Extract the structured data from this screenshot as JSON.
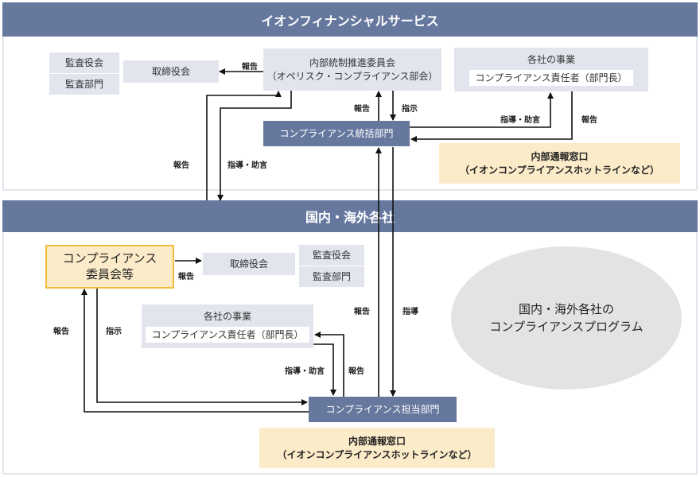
{
  "aeon": {
    "title": "イオンフィナンシャルサービス",
    "audit_board": "監査役会",
    "audit_dept": "監査部門",
    "board": "取締役会",
    "committee_line1": "内部統制推進委員会",
    "committee_line2": "（オペリスク・コンプライアンス部会）",
    "business_title": "各社の事業",
    "business_officer": "コンプライアンス責任者（部門長）",
    "compliance_dept": "コンプライアンス統括部門",
    "hotline_line1": "内部通報窓口",
    "hotline_line2": "（イオンコンプライアンスホットラインなど）"
  },
  "group": {
    "title": "国内・海外各社",
    "committee_line1": "コンプライアンス",
    "committee_line2": "委員会等",
    "board": "取締役会",
    "audit_board": "監査役会",
    "audit_dept": "監査部門",
    "business_title": "各社の事業",
    "business_officer": "コンプライアンス責任者（部門長）",
    "compliance_dept": "コンプライアンス担当部門",
    "hotline_line1": "内部通報窓口",
    "hotline_line2": "（イオンコンプライアンスホットラインなど）",
    "program_line1": "国内・海外各社の",
    "program_line2": "コンプライアンスプログラム"
  },
  "labels": {
    "report": "報告",
    "instruct": "指示",
    "guidance": "指導・助言",
    "guide": "指導"
  },
  "colors": {
    "header_blue": "#67789f",
    "box_gray": "#e2e5ee",
    "box_cream": "#fbebc9",
    "box_gold_border": "#f2bd3c",
    "ellipse_gray": "#e3e3e3"
  }
}
